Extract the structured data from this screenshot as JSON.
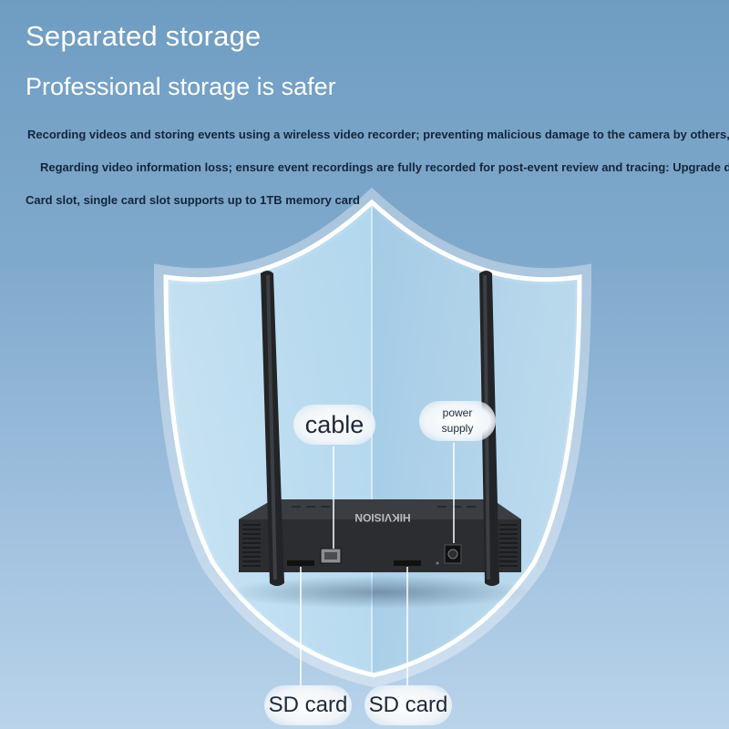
{
  "header": {
    "title": "Separated storage",
    "subtitle": "Professional storage is safer"
  },
  "description": {
    "line1": "Recording videos and storing events using a wireless video recorder; preventing malicious damage to the camera by others, leading",
    "line2": "Regarding video information loss; ensure event recordings are fully recorded for post-event review and tracing: Upgrade dual SD",
    "line3": "Card slot, single card slot supports up to 1TB memory card"
  },
  "device": {
    "brand": "HIKVISION"
  },
  "callouts": {
    "cable": "cable",
    "power_line1": "power",
    "power_line2": "supply",
    "sd_left": "SD card",
    "sd_right": "SD card"
  },
  "colors": {
    "background": "#7fa9cc",
    "shield_fill": "#bfe0f3",
    "shield_edge": "#ffffff",
    "device_body": "#2a2c30",
    "text_light": "#ffffff",
    "text_dark": "#16253a"
  }
}
